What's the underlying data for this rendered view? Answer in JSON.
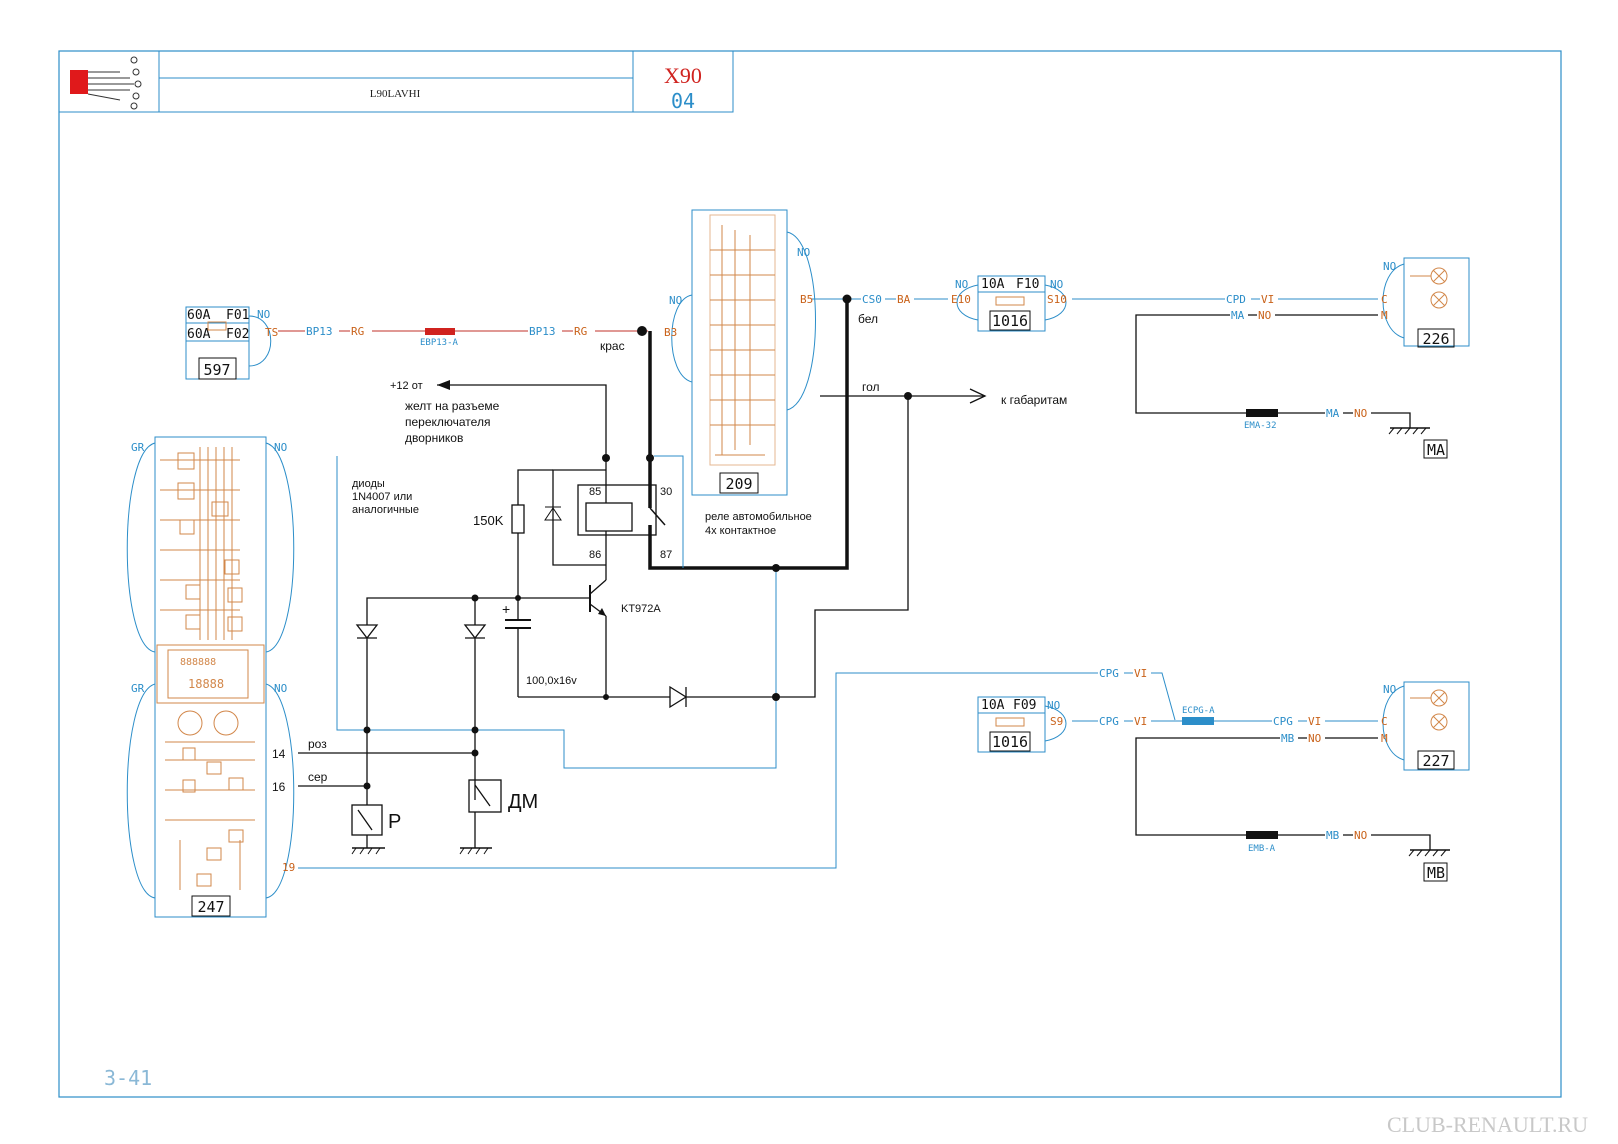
{
  "title_block": {
    "doc_code": "L90LAVHI",
    "model": "X90",
    "sheet": "04"
  },
  "page_ref": "3-41",
  "watermark": "CLUB-RENAULT.RU",
  "colors": {
    "frame": "#2c8ec9",
    "connector": "#d2874a",
    "wire_ba": "#c0302a",
    "wire": "#111111"
  },
  "components": {
    "c597": {
      "ref": "597",
      "fuses": [
        "60A",
        "F01",
        "60A",
        "F02"
      ],
      "pin": "TS",
      "pin_no": "NO"
    },
    "c209": {
      "ref": "209",
      "pin_top": "NO",
      "pin_left": "NO",
      "pin_b3": "B3",
      "pin_b5": "B5"
    },
    "c1016a": {
      "ref": "1016",
      "rating": "10A",
      "fuse": "F10",
      "in": "E10",
      "out": "S10",
      "no1": "NO",
      "no2": "NO"
    },
    "c1016b": {
      "ref": "1016",
      "rating": "10A",
      "fuse": "F09",
      "out": "S9",
      "no": "NO"
    },
    "c226": {
      "ref": "226",
      "pin_no": "NO",
      "pin_c": "C",
      "pin_m": "M"
    },
    "c227": {
      "ref": "227",
      "pin_no": "NO",
      "pin_c": "C",
      "pin_m": "M"
    },
    "c247": {
      "ref": "247",
      "gr1": "GR",
      "no1": "NO",
      "gr2": "GR",
      "no2": "NO",
      "pin14": "14",
      "pin16": "16",
      "pin19": "19"
    },
    "ground_ma": "MA",
    "ground_mb": "MB"
  },
  "wires": {
    "bp13_left": "BP13",
    "rg_left": "RG",
    "ebp13": "EBP13-A",
    "bp13_right": "BP13",
    "rg_right": "RG",
    "cs0": "CS0",
    "ba": "BA",
    "cpd": "CPD",
    "vi1": "VI",
    "ma": "MA",
    "no_ma": "NO",
    "ema": "EMA-32",
    "ma2": "MA",
    "no_ma2": "NO",
    "cpg_top": "CPG",
    "vi_top": "VI",
    "ecpg": "ECPG-A",
    "cpg_mid": "CPG",
    "vi_mid": "VI",
    "cpg_r": "CPG",
    "vi_r": "VI",
    "mb": "MB",
    "no_mb": "NO",
    "emb": "EMB-A",
    "mb2": "MB",
    "no_mb2": "NO"
  },
  "annotations": {
    "plus12": "+12 от",
    "zhelt": "желт на разъеме",
    "perekl": "переключателя",
    "dvorn": "дворников",
    "kras": "крас",
    "bel": "бел",
    "gol": "гол",
    "gabarit": "к габаритам",
    "diody": "диоды",
    "diode_type": "1N4007 или",
    "analog": "аналогичные",
    "r150": "150K",
    "relay_85": "85",
    "relay_86": "86",
    "relay_30": "30",
    "relay_87": "87",
    "rele1": "реле автомобильное",
    "rele2": "4х контактное",
    "transistor": "KT972A",
    "cap": "100,0x16v",
    "roz": "роз",
    "ser": "сер",
    "sw_p": "P",
    "sw_dm": "ДМ"
  }
}
